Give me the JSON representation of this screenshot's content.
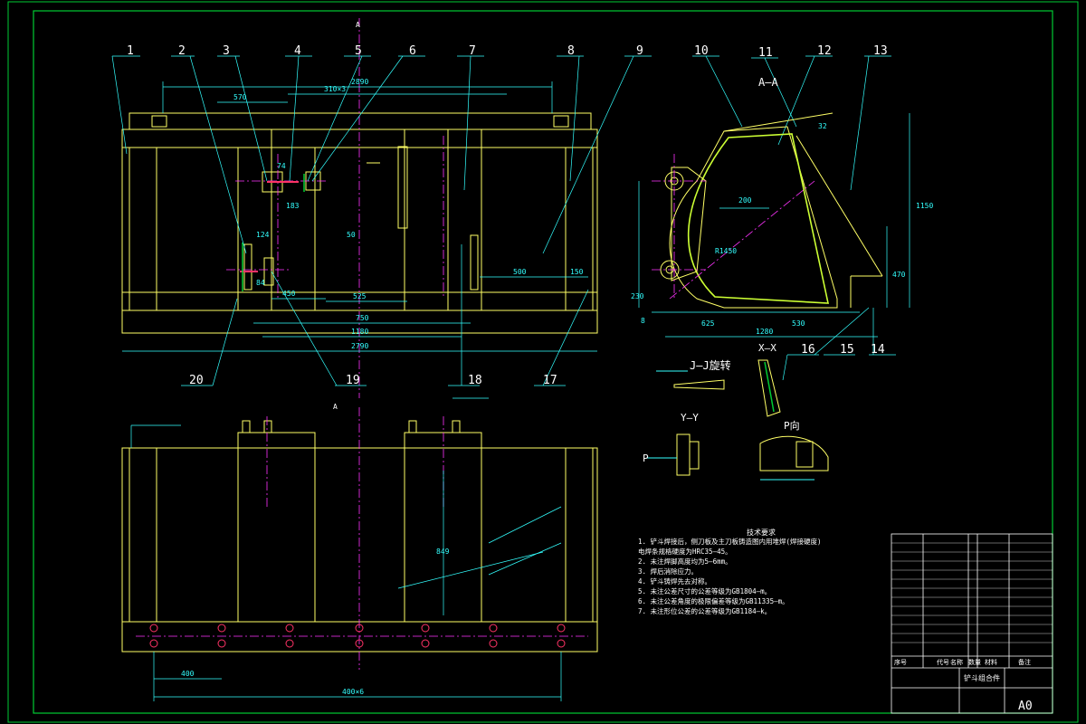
{
  "colors": {
    "background": "#000000",
    "frame": "#00cc33",
    "outline": "#ffff66",
    "leader": "#33ffff",
    "center": "#ff33ff",
    "weld": "#ff3366",
    "text": "#ffffff",
    "dimension": "#33ffff"
  },
  "balloons": [
    "1",
    "2",
    "3",
    "4",
    "5",
    "6",
    "7",
    "8",
    "9",
    "10",
    "11",
    "12",
    "13",
    "20",
    "19",
    "18",
    "17",
    "16",
    "15",
    "14"
  ],
  "section_labels": {
    "aa": "A—A",
    "jj": "J—J旋转",
    "xx": "X—X",
    "yy": "Y—Y",
    "p_view": "P向",
    "p_arrow": "P",
    "a_top": "A",
    "a_bottom": "A"
  },
  "front_dims": {
    "d2890": "2890",
    "d570": "570",
    "d310": "310×3",
    "d750": "750",
    "d1180": "1180",
    "d2790": "2790",
    "d450": "450",
    "d525": "525",
    "d500": "500",
    "d150": "150",
    "d124": "124",
    "d183": "183",
    "d74": "74",
    "d84": "84",
    "d50": "50"
  },
  "side_dims": {
    "d200": "200",
    "d1150": "1150",
    "d1280": "1280",
    "d625": "625",
    "d530": "530",
    "d470": "470",
    "d230": "230",
    "d8": "8",
    "r1450": "R1450",
    "d32": "32"
  },
  "plan_dims": {
    "d400": "400",
    "d400x6": "400×6",
    "d849": "849"
  },
  "tech": {
    "title": "技术要求",
    "lines": [
      "1. 铲斗焊接后，侧刀板及主刀板铸造图内用堆焊(焊接硬度)",
      "   电焊条规格硬度为HRC35—45。",
      "2. 未注焊脚高度均为5—6mm。",
      "3. 焊后消除应力。",
      "4. 铲斗铸焊先去对称。",
      "5. 未注公差尺寸的公差等级为GB1804—m。",
      "6. 未注公差角度的极限偏差等级为GB11335—m。",
      "7. 未注形位公差的公差等级为GB1184—k。"
    ]
  },
  "title_block": {
    "part_name": "铲斗组合件",
    "sheet_size": "A0",
    "header_cells": [
      "序号",
      "代号",
      "名称",
      "数量",
      "材料",
      "备注"
    ]
  }
}
